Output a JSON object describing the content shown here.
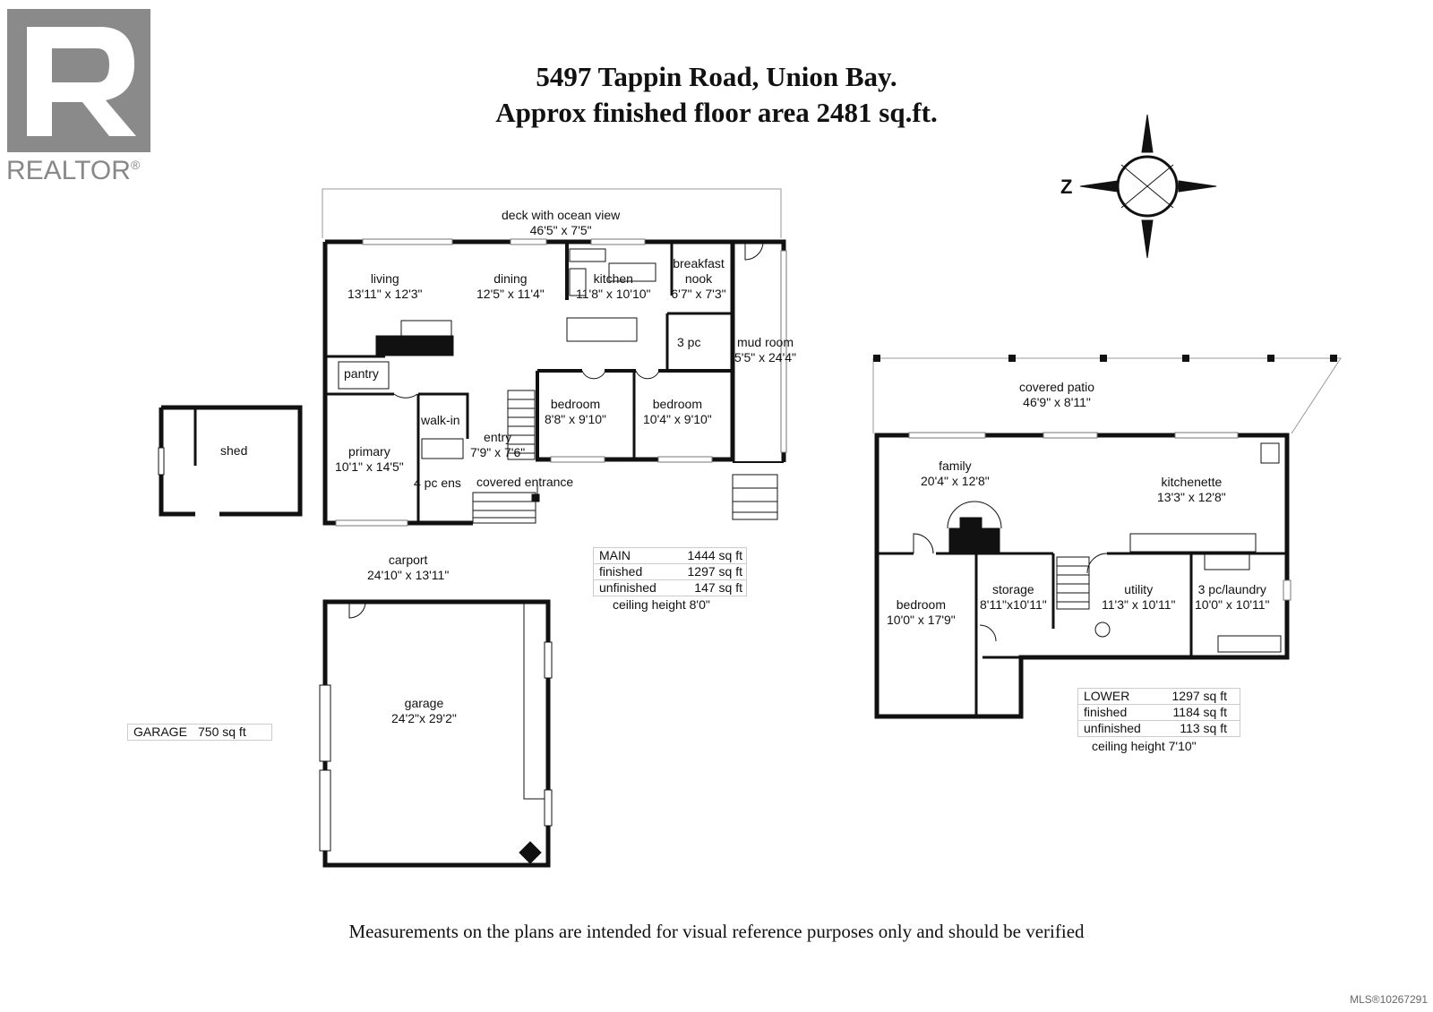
{
  "title": {
    "line1": "5497 Tappin Road, Union Bay.",
    "line2": "Approx finished floor area 2481 sq.ft."
  },
  "logo": {
    "wordmark": "REALTOR",
    "registered": "®",
    "icon": "realtor-r-logo"
  },
  "compass": {
    "label": "Z"
  },
  "main_floor": {
    "rooms": [
      {
        "id": "deck",
        "name": "deck with ocean view",
        "dims": "46'5\" x 7'5\""
      },
      {
        "id": "living",
        "name": "living",
        "dims": "13'11\" x 12'3\""
      },
      {
        "id": "dining",
        "name": "dining",
        "dims": "12'5\" x 11'4\""
      },
      {
        "id": "kitchen",
        "name": "kitchen",
        "dims": "11'8\" x 10'10\""
      },
      {
        "id": "nook",
        "name": "breakfast nook",
        "dims": "6'7\" x 7'3\""
      },
      {
        "id": "mudroom",
        "name": "mud room",
        "dims": "5'5\" x 24'4\""
      },
      {
        "id": "threepc",
        "name": "3 pc",
        "dims": ""
      },
      {
        "id": "pantry",
        "name": "pantry",
        "dims": ""
      },
      {
        "id": "walkin",
        "name": "walk-in",
        "dims": ""
      },
      {
        "id": "primary",
        "name": "primary",
        "dims": "10'1\" x 14'5\""
      },
      {
        "id": "entry",
        "name": "entry",
        "dims": "7'9\" x 7'6\""
      },
      {
        "id": "bedroom1",
        "name": "bedroom",
        "dims": "8'8\" x 9'10\""
      },
      {
        "id": "bedroom2",
        "name": "bedroom",
        "dims": "10'4\" x 9'10\""
      },
      {
        "id": "ens",
        "name": "4 pc ens",
        "dims": ""
      },
      {
        "id": "covent",
        "name": "covered entrance",
        "dims": ""
      }
    ],
    "area": {
      "rows": [
        {
          "k": "MAIN",
          "v": "1444 sq ft"
        },
        {
          "k": "finished",
          "v": "1297 sq ft"
        },
        {
          "k": "unfinished",
          "v": "147 sq ft"
        }
      ],
      "ceiling": "ceiling height 8'0\""
    }
  },
  "shed": {
    "name": "shed"
  },
  "carport": {
    "name": "carport",
    "dims": "24'10\" x 13'11\""
  },
  "garage": {
    "name": "garage",
    "dims": "24'2\"x 29'2\"",
    "area": {
      "k": "GARAGE",
      "v": "750 sq ft"
    }
  },
  "lower_floor": {
    "rooms": [
      {
        "id": "patio",
        "name": "covered patio",
        "dims": "46'9\" x 8'11\""
      },
      {
        "id": "family",
        "name": "family",
        "dims": "20'4\" x 12'8\""
      },
      {
        "id": "kitchenette",
        "name": "kitchenette",
        "dims": "13'3\" x 12'8\""
      },
      {
        "id": "lbed",
        "name": "bedroom",
        "dims": "10'0\" x 17'9\""
      },
      {
        "id": "storage",
        "name": "storage",
        "dims": "8'11\"x10'11\""
      },
      {
        "id": "utility",
        "name": "utility",
        "dims": "11'3\" x 10'11\""
      },
      {
        "id": "laundry",
        "name": "3 pc/laundry",
        "dims": "10'0\" x 10'11\""
      }
    ],
    "area": {
      "rows": [
        {
          "k": "LOWER",
          "v": "1297 sq ft"
        },
        {
          "k": "finished",
          "v": "1184 sq ft"
        },
        {
          "k": "unfinished",
          "v": "113 sq ft"
        }
      ],
      "ceiling": "ceiling height 7'10\""
    }
  },
  "disclaimer": "Measurements on the plans are intended for visual reference purposes only and should be verified",
  "mls": "MLS®10267291",
  "colors": {
    "wall": "#111111",
    "thin": "#555555",
    "logo": "#8a8a8a"
  }
}
